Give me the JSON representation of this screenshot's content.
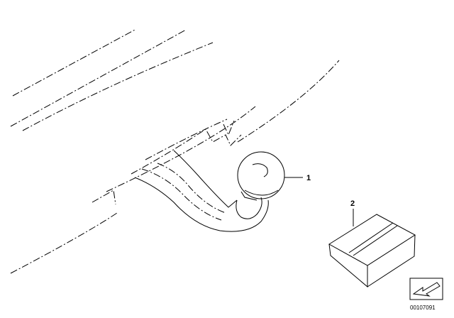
{
  "diagram": {
    "callouts": [
      {
        "id": "1",
        "label": "1"
      },
      {
        "id": "2",
        "label": "2"
      }
    ],
    "document_id": "00107091"
  }
}
